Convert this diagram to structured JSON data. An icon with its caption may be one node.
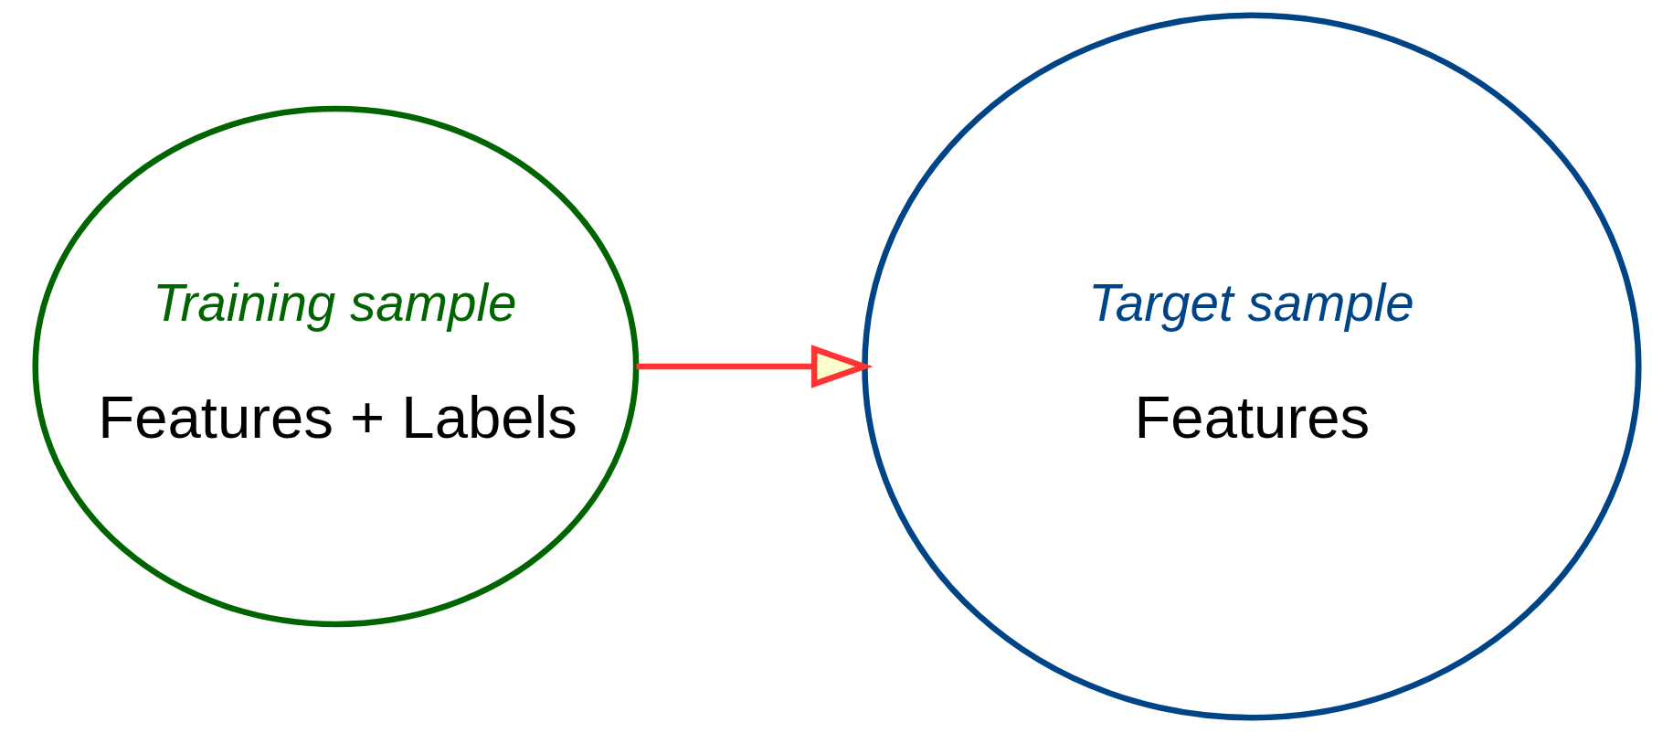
{
  "diagram": {
    "nodes": [
      {
        "text": [
          "Training sample",
          "Features + Labels"
        ]
      },
      {
        "text": [
          "Target sample",
          "Features"
        ]
      }
    ],
    "edges": [
      {
        "from": 0,
        "to": 1,
        "arrow": "to",
        "color": "#ff3333"
      }
    ]
  }
}
